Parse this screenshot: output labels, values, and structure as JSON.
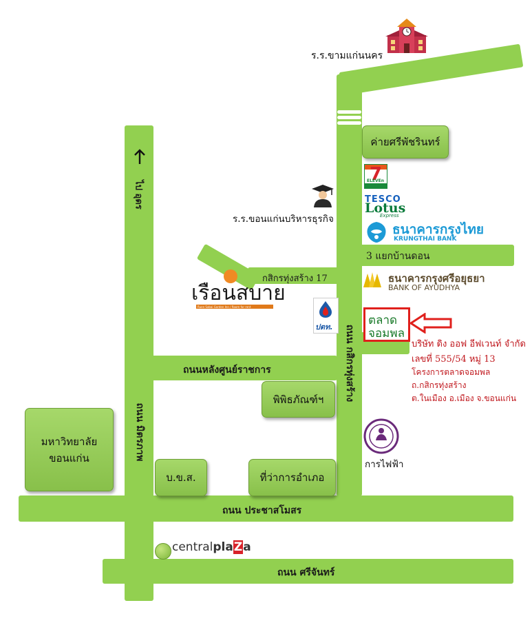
{
  "roads": {
    "ban_don": "3 แยกบ้านดอน",
    "kasikorn_17": "กสิกรทุ่งสร้าง 17",
    "lang_soonratchakarn": "ถนนหลังศูนย์ราชการ",
    "prachasamosorn": "ถนน ประชาสโมสร",
    "srichan": "ถนน ศรีจันทร์",
    "mittraphap": "ถนน มิตรภาพ",
    "kasikorn": "ถนน กสิกรทุ่งสร้าง",
    "udon": "ไป อุดร"
  },
  "places": {
    "school_top": "ร.ร.ขามแก่นนคร",
    "school_business": "ร.ร.ขอนแก่นบริหารธุรกิจ",
    "sripatcharin": "ค่ายศรีพัชรินทร์",
    "pipittapan": "พิพิธภัณฑ์ฯ",
    "bks": "บ.ข.ส.",
    "amphoe": "ที่ว่าการอำเภอ",
    "university": "มหาวิทยาลัย\nขอนแก่น",
    "electric": "การไฟฟ้า"
  },
  "brands": {
    "seven_eleven": "ELEVEn",
    "tesco": "TESCO",
    "lotus": "Lotus",
    "express": "Express",
    "ktb_th": "ธนาคารกรุงไทย",
    "ktb_en": "KRUNGTHAI BANK",
    "bay_th": "ธนาคารกรุงศรีอยุธยา",
    "bay_en": "BANK OF AYUDHYA",
    "ptt": "ปตท.",
    "central_a": "central",
    "central_b": "pla",
    "central_c": "Z",
    "central_d": "a",
    "ruen_sabai": "เรือนสบาย",
    "ruen_sabai_sub": "Ruen Sabai Garden Inn / Room for rent"
  },
  "target": {
    "line1": "ตลาด",
    "line2": "จอมพล"
  },
  "address": [
    "บริษัท ดิง ออฟ อีฟเวนท์ จำกัด",
    "เลขที่ 555/54  หมู่ 13",
    "โครงการตลาดจอมพล",
    "ถ.กสิกรทุ่งสร้าง",
    "ต.ในเมือง อ.เมือง จ.ขอนแก่น"
  ],
  "colors": {
    "road": "#92d050",
    "marker": "#e0201c",
    "target_text": "#1a7a2a",
    "ktb": "#1c9ad6",
    "bay": "#5b4a2c",
    "address": "#c0171d"
  }
}
